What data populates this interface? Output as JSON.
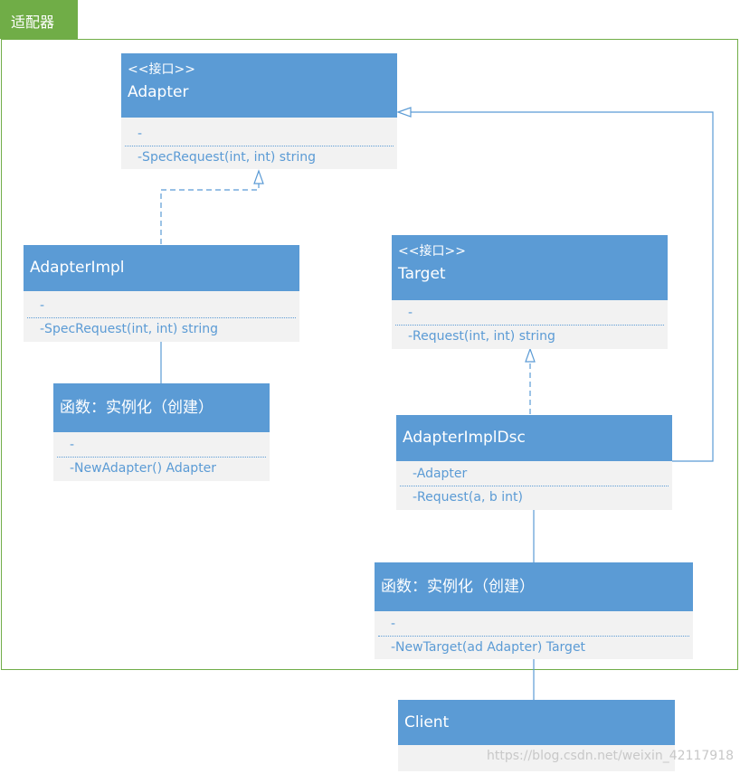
{
  "package_tag": "适配器",
  "classes": {
    "adapter": {
      "stereotype": "<<接口>>",
      "name": "Adapter",
      "field": "-",
      "method": "-SpecRequest(int, int) string"
    },
    "adapter_impl": {
      "name": "AdapterImpl",
      "field": "-",
      "method": "-SpecRequest(int, int) string"
    },
    "factory1": {
      "name": "函数：实例化（创建）",
      "field": "-",
      "method": "-NewAdapter() Adapter"
    },
    "target": {
      "stereotype": "<<接口>>",
      "name": "Target",
      "field": "-",
      "method": "-Request(int, int) string"
    },
    "adapter_impl_dsc": {
      "name": "AdapterImplDsc",
      "field": "-Adapter",
      "method": "-Request(a, b int)"
    },
    "factory2": {
      "name": "函数：实例化（创建）",
      "field": "-",
      "method": "-NewTarget(ad Adapter) Target"
    },
    "client": {
      "name": "Client"
    }
  },
  "watermark": "https://blog.csdn.net/weixin_42117918",
  "colors": {
    "header": "#5B9BD5",
    "body": "#F2F2F2",
    "package": "#70AD47"
  }
}
